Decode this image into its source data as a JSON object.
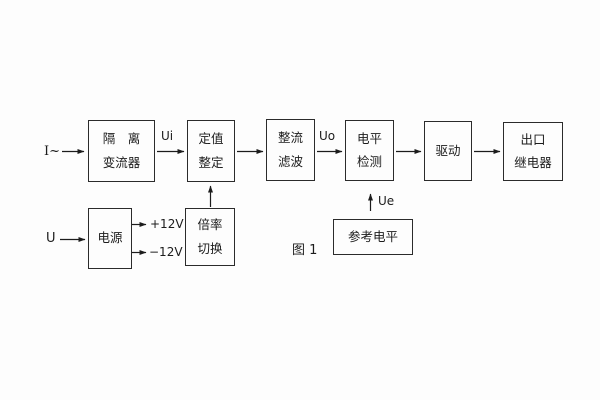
{
  "diagram": {
    "caption": "图 1",
    "blocks": {
      "isolation": {
        "line1": "隔　离",
        "line2": "变流器"
      },
      "setting": {
        "line1": "定值",
        "line2": "整定"
      },
      "rectify": {
        "line1": "整流",
        "line2": "滤波"
      },
      "level": {
        "line1": "电平",
        "line2": "检测"
      },
      "drive": {
        "line1": "驱动"
      },
      "relay": {
        "line1": "出口",
        "line2": "继电器"
      },
      "power": {
        "line1": "电源"
      },
      "ratio": {
        "line1": "倍率",
        "line2": "切换"
      },
      "reference": {
        "line1": "参考电平"
      }
    },
    "labels": {
      "input_current": "I~",
      "input_voltage": "U",
      "ui": "Ui",
      "uo": "Uo",
      "ue": "Ue",
      "plus_12v": "+12V",
      "minus_12v": "−12V"
    },
    "colors": {
      "line": "#1c1c1c",
      "text": "#1c1c1c",
      "background": "#fdfdfd"
    }
  }
}
